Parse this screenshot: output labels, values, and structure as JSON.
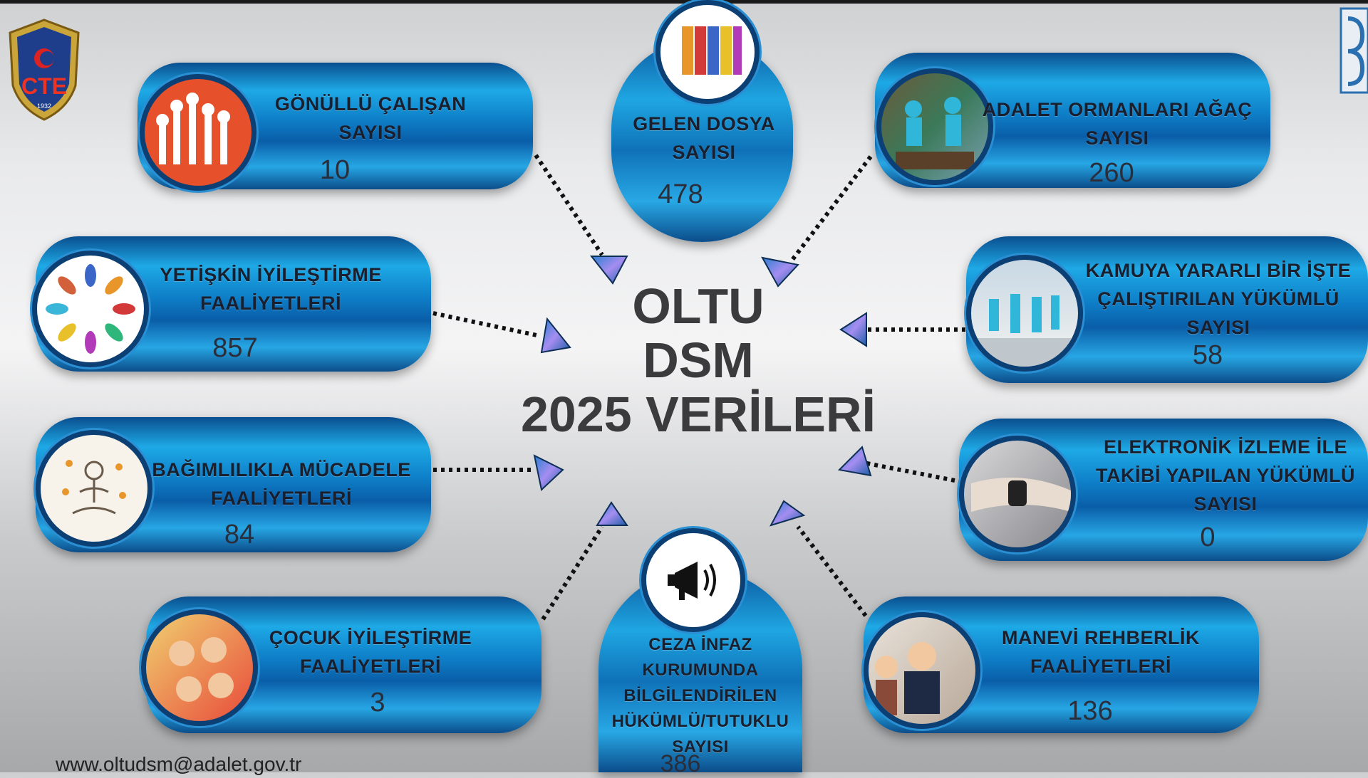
{
  "center": {
    "line1": "OLTU",
    "line2": "DSM",
    "line3": "2025 VERİLERİ"
  },
  "logo": {
    "text": "CTE",
    "year": "1932"
  },
  "cards": {
    "volunteers": {
      "title1": "GÖNÜLLÜ ÇALIŞAN",
      "title2": "SAYISI",
      "value": "10"
    },
    "files": {
      "title1": "GELEN DOSYA",
      "title2": "SAYISI",
      "value": "478"
    },
    "forests": {
      "title1": "ADALET ORMANLARI AĞAÇ",
      "title2": "SAYISI",
      "value": "260"
    },
    "adult": {
      "title1": "YETİŞKİN İYİLEŞTİRME",
      "title2": "FAALİYETLERİ",
      "value": "857"
    },
    "community": {
      "title1": "KAMUYA YARARLI BİR İŞTE",
      "title2": "ÇALIŞTIRILAN YÜKÜMLÜ",
      "title3": "SAYISI",
      "value": "58"
    },
    "addiction": {
      "title1": "BAĞIMLILIKLA MÜCADELE",
      "title2": "FAALİYETLERİ",
      "value": "84"
    },
    "electronic": {
      "title1": "ELEKTRONİK İZLEME İLE",
      "title2": "TAKİBİ YAPILAN YÜKÜMLÜ",
      "title3": "SAYISI",
      "value": "0"
    },
    "child": {
      "title1": "ÇOCUK İYİLEŞTİRME",
      "title2": "FAALİYETLERİ",
      "value": "3"
    },
    "prison": {
      "title1": "CEZA İNFAZ",
      "title2": "KURUMUNDA",
      "title3": "BİLGİLENDİRİLEN",
      "title4": "HÜKÜMLÜ/TUTUKLU",
      "title5": "SAYISI",
      "value": "386"
    },
    "spiritual": {
      "title1": "MANEVİ REHBERLİK",
      "title2": "FAALİYETLERİ",
      "value": "136"
    }
  },
  "footer": {
    "email": "www.oltudsm@adalet.gov.tr"
  },
  "colors": {
    "card_blue": "#1ea9e6",
    "card_dark": "#0a4f8f",
    "title_text": "#1a1f2e",
    "center_text": "#3b3b3d"
  },
  "icons": [
    "hands-icon",
    "binders-icon",
    "planting-icon",
    "hands-circle-icon",
    "cleaning-icon",
    "meditation-icon",
    "ankle-monitor-icon",
    "children-icon",
    "megaphone-icon",
    "counseling-icon"
  ]
}
